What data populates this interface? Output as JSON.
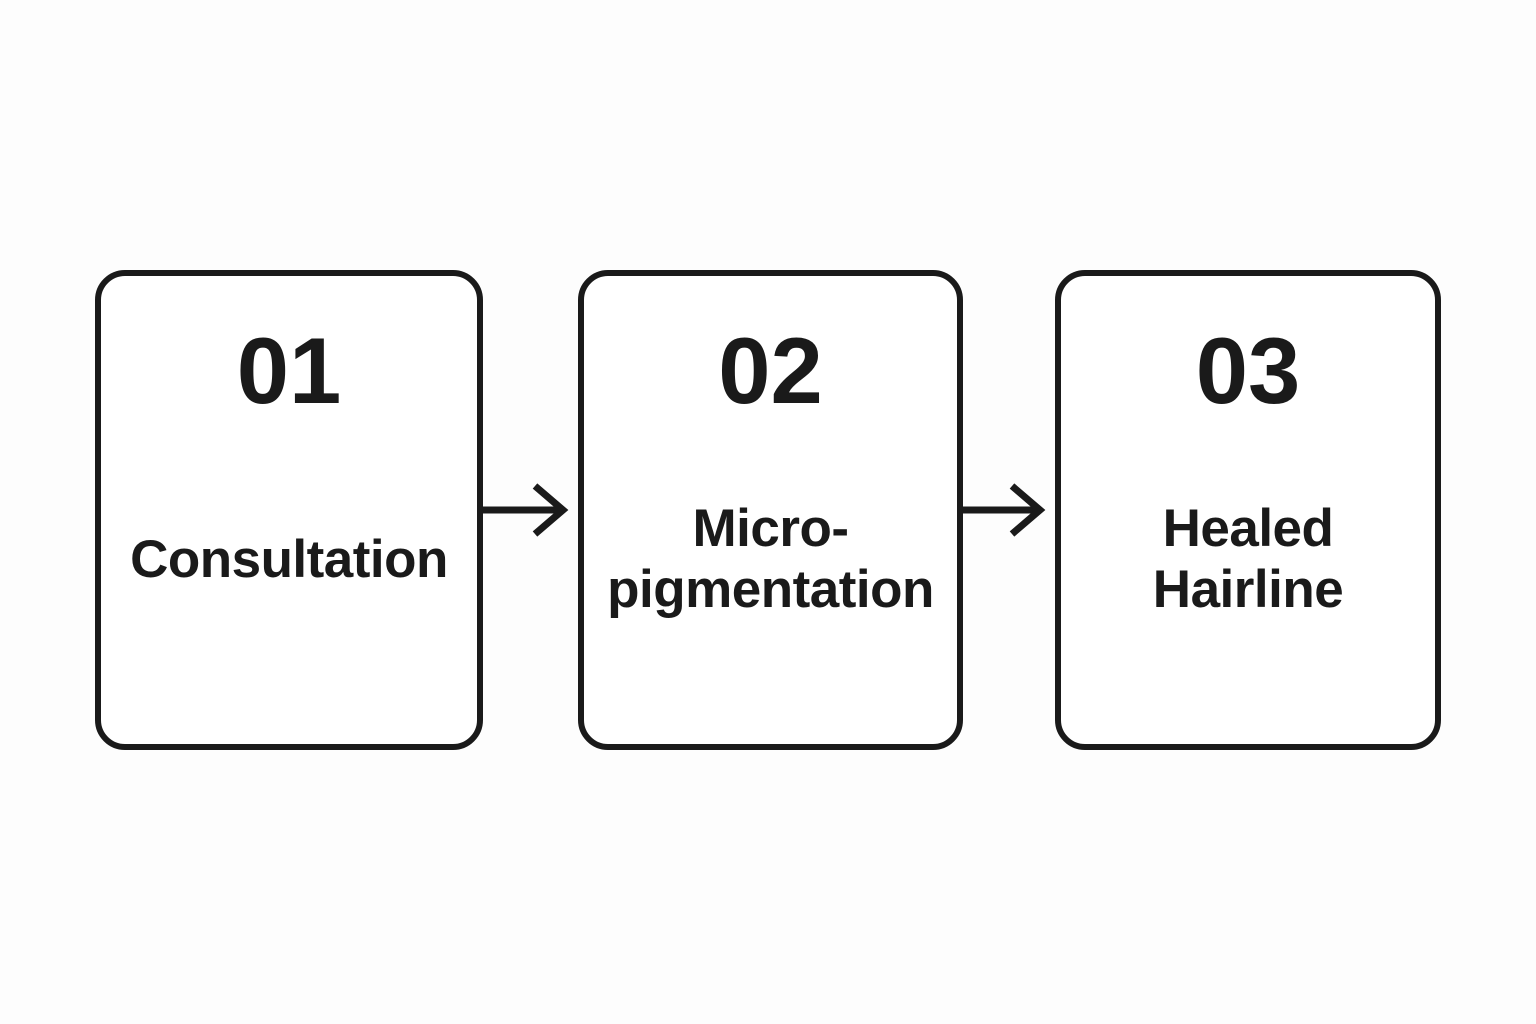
{
  "page": {
    "background_color": "#fdfdfd"
  },
  "diagram": {
    "type": "flow",
    "direction": "left-to-right",
    "colors": {
      "box_border": "#1a1a1a",
      "box_background": "#ffffff",
      "text": "#1a1a1a",
      "arrow": "#1a1a1a"
    },
    "icons": {
      "arrow_right": "→"
    },
    "steps": [
      {
        "number": "01",
        "label": "Consultation"
      },
      {
        "number": "02",
        "label": "Micro-\npigmentation"
      },
      {
        "number": "03",
        "label": "Healed\nHairline"
      }
    ]
  }
}
